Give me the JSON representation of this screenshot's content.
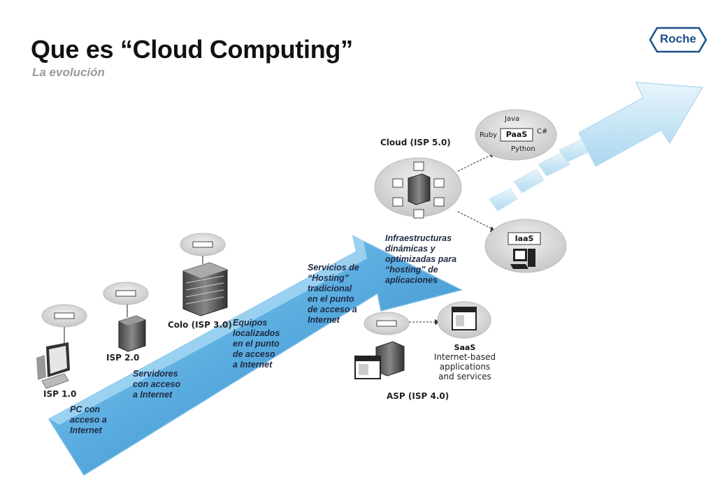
{
  "header": {
    "title": "Que es “Cloud Computing”",
    "subtitle": "La evolución",
    "logo": "Roche"
  },
  "stages": [
    {
      "label": "ISP 1.0",
      "description": "PC con\nacceso a\nInternet"
    },
    {
      "label": "ISP 2.0",
      "description": "Servidores\ncon acceso\na Internet"
    },
    {
      "label": "Colo (ISP 3.0)",
      "description": "Equipos\nlocalizados\nen el punto\nde acceso\na Internet"
    },
    {
      "label": "ASP (ISP 4.0)",
      "description": "Servicios de\n“Hosting”\ntradicional\nen el punto\nde acceso a\nInternet"
    },
    {
      "label": "Cloud (ISP 5.0)",
      "description": "Infraestructuras\ndinámicas y\noptimizadas para\n“hosting” de\naplicaciones"
    }
  ],
  "services": {
    "saas": {
      "label": "SaaS",
      "text": "Internet-based\napplications\nand services"
    },
    "iaas": {
      "label": "IaaS"
    },
    "paas": {
      "label": "PaaS",
      "languages": [
        "Java",
        "Ruby",
        "C#",
        "Python"
      ]
    }
  },
  "colors": {
    "arrow": "#5aaee0",
    "arrow_dark": "#2d7fc0",
    "cloud": "#d9d9d9",
    "logo": "#1b4f8a"
  },
  "icons": [
    "cloud-icon",
    "pc-icon",
    "server-icon",
    "server-rack-icon",
    "window-icon",
    "arrow-icon",
    "laptop-icon"
  ]
}
